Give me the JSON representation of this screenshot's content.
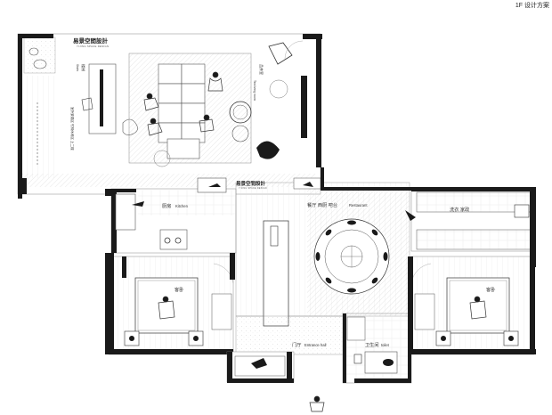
{
  "header": {
    "label": "1F  设计方案"
  },
  "brand": {
    "name": "易景空間設計",
    "tagline": "YIJING SPACE DESIGN"
  },
  "rooms": {
    "tea": {
      "name": "品茶室",
      "en": "Tea living room"
    },
    "kitchen": {
      "name": "厨房",
      "en": "Kitchen"
    },
    "dining": {
      "name": "餐厅  西厨  吧台",
      "en": "Restaurant"
    },
    "laundry": {
      "name": "洗衣  家政"
    },
    "bedroom_left": {
      "name": "客卧"
    },
    "bedroom_right": {
      "name": "客卧"
    },
    "entrance": {
      "name": "门厅",
      "en": "Entrance hall"
    },
    "bath": {
      "name": "卫生间",
      "en": "toilet"
    }
  },
  "vertical_labels": {
    "stair_a": "楼梯",
    "stair_b": "Stairs",
    "corridor": "室外景观区  竹林休闲区  上二楼"
  },
  "colors": {
    "wall": "#1a1a1a",
    "line": "#6b6b6b",
    "floor_hatch": "#d4d4d4"
  }
}
